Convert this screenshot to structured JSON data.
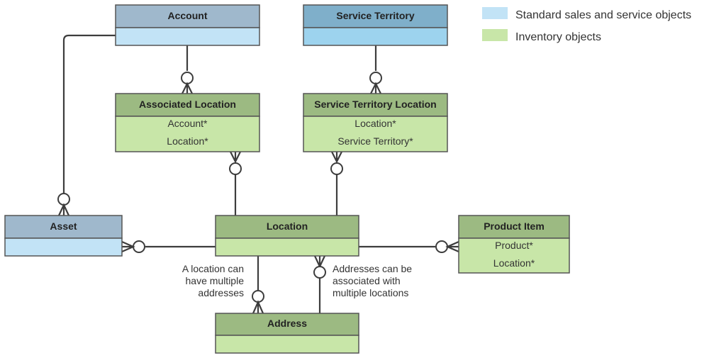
{
  "legend": [
    {
      "label": "Standard sales and service objects",
      "color": "#c2e3f6"
    },
    {
      "label": "Inventory objects",
      "color": "#c8e6a8"
    }
  ],
  "colors": {
    "standard_header": "#9fb8cc",
    "service_territory_header": "#7fafca",
    "standard_body": "#c2e3f6",
    "service_territory_body": "#9dd3ee",
    "inventory_header": "#9cba82",
    "inventory_body": "#c8e6a8",
    "line": "#3d3d3d"
  },
  "entities": {
    "account": {
      "title": "Account",
      "fields": []
    },
    "service_territory": {
      "title": "Service Territory",
      "fields": []
    },
    "associated_location": {
      "title": "Associated Location",
      "fields": [
        "Account*",
        "Location*"
      ]
    },
    "service_territory_location": {
      "title": "Service Territory Location",
      "fields": [
        "Location*",
        "Service Territory*"
      ]
    },
    "asset": {
      "title": "Asset",
      "fields": []
    },
    "location": {
      "title": "Location",
      "fields": []
    },
    "product_item": {
      "title": "Product Item",
      "fields": [
        "Product*",
        "Location*"
      ]
    },
    "address": {
      "title": "Address",
      "fields": []
    }
  },
  "notes": {
    "location_addresses": [
      "A location can",
      "have multiple",
      "addresses"
    ],
    "address_locations": [
      "Addresses can be",
      "associated with",
      "multiple locations"
    ]
  }
}
